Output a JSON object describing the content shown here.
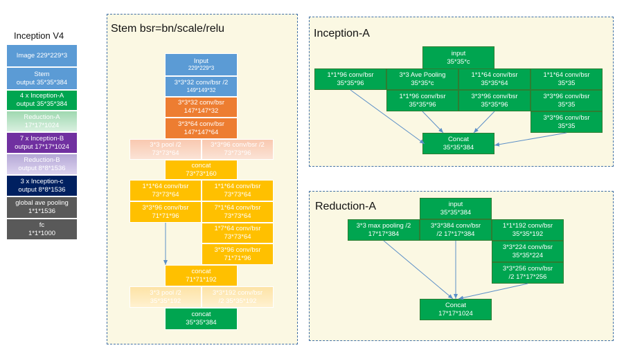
{
  "sidebar": {
    "title": "Inception V4",
    "items": [
      {
        "line1": "Image 229*229*3",
        "line2": ""
      },
      {
        "line1": "Stem",
        "line2": "output 35*35*384"
      },
      {
        "line1": "4 x Inception-A",
        "line2": "output 35*35*384"
      },
      {
        "line1": "Reduction-A",
        "line2": "17*17*1024"
      },
      {
        "line1": "7 x Inception-B",
        "line2": "output 17*17*1024"
      },
      {
        "line1": "Reduction-B",
        "line2": "output 8*8*1536"
      },
      {
        "line1": "3 x Inception-c",
        "line2": "output 8*8*1536"
      },
      {
        "line1": "global ave pooling",
        "line2": "1*1*1536"
      },
      {
        "line1": "fc",
        "line2": "1*1*1000"
      }
    ]
  },
  "stem": {
    "title": "Stem bsr=bn/scale/relu",
    "boxes": {
      "input": {
        "line1": "Input",
        "line2": "229*229*3"
      },
      "conv1": {
        "line1": "3*3*32 conv/bsr /2",
        "line2": "149*149*32"
      },
      "conv2": {
        "line1": "3*3*32 conv/bsr",
        "line2": "147*147*32"
      },
      "conv3": {
        "line1": "3*3*64 conv/bsr",
        "line2": "147*147*64"
      },
      "pool1": {
        "line1": "3*3  pool /2",
        "line2": "73*73*64"
      },
      "conv4": {
        "line1": "3*3*96 conv/bsr /2",
        "line2": "73*73*96"
      },
      "concat1": {
        "line1": "concat",
        "line2": "73*73*160"
      },
      "l1": {
        "line1": "1*1*64 conv/bsr",
        "line2": "73*73*64"
      },
      "l2": {
        "line1": "3*3*96 conv/bsr",
        "line2": "71*71*96"
      },
      "r1": {
        "line1": "1*1*64 conv/bsr",
        "line2": "73*73*64"
      },
      "r2": {
        "line1": "7*1*64  conv/bsr",
        "line2": "73*73*64"
      },
      "r3": {
        "line1": "1*7*64 conv/bsr",
        "line2": "73*73*64"
      },
      "r4": {
        "line1": "3*3*96 conv/bsr",
        "line2": "71*71*96"
      },
      "concat2": {
        "line1": "concat",
        "line2": "71*71*192"
      },
      "pool2": {
        "line1": "3*3  pool /2",
        "line2": "35*35*192"
      },
      "conv5": {
        "line1": "3*3*192 conv/bsr",
        "line2": "/2  35*35*192"
      },
      "concat3": {
        "line1": "concat",
        "line2": "35*35*384"
      }
    }
  },
  "inception_a": {
    "title": "Inception-A",
    "boxes": {
      "input": {
        "line1": "input",
        "line2": "35*35*c"
      },
      "b1": {
        "line1": "1*1*96 conv/bsr",
        "line2": "35*35*96"
      },
      "b2a": {
        "line1": "3*3 Ave Pooling",
        "line2": "35*35*c"
      },
      "b2b": {
        "line1": "1*1*96  conv/bsr",
        "line2": "35*35*96"
      },
      "b3a": {
        "line1": "1*1*64 conv/bsr",
        "line2": "35*35*64"
      },
      "b3b": {
        "line1": "3*3*96 conv/bsr",
        "line2": "35*35*96"
      },
      "b4a": {
        "line1": "1*1*64 conv/bsr",
        "line2": "35*35"
      },
      "b4b": {
        "line1": "3*3*96 conv/bsr",
        "line2": "35*35"
      },
      "b4c": {
        "line1": "3*3*96 conv/bsr",
        "line2": "35*35"
      },
      "concat": {
        "line1": "Concat",
        "line2": "35*35*384"
      }
    }
  },
  "reduction_a": {
    "title": "Reduction-A",
    "boxes": {
      "input": {
        "line1": "input",
        "line2": "35*35*384"
      },
      "b1": {
        "line1": "3*3 max pooling /2",
        "line2": "17*17*384"
      },
      "b2": {
        "line1": "3*3*384 conv/bsr",
        "line2": "/2  17*17*384"
      },
      "b3a": {
        "line1": "1*1*192 conv/bsr",
        "line2": "35*35*192"
      },
      "b3b": {
        "line1": "3*3*224 conv/bsr",
        "line2": "35*35*224"
      },
      "b3c": {
        "line1": "3*3*256 conv/bsr",
        "line2": "/2  17*17*256"
      },
      "concat": {
        "line1": "Concat",
        "line2": "17*17*1024"
      }
    }
  }
}
